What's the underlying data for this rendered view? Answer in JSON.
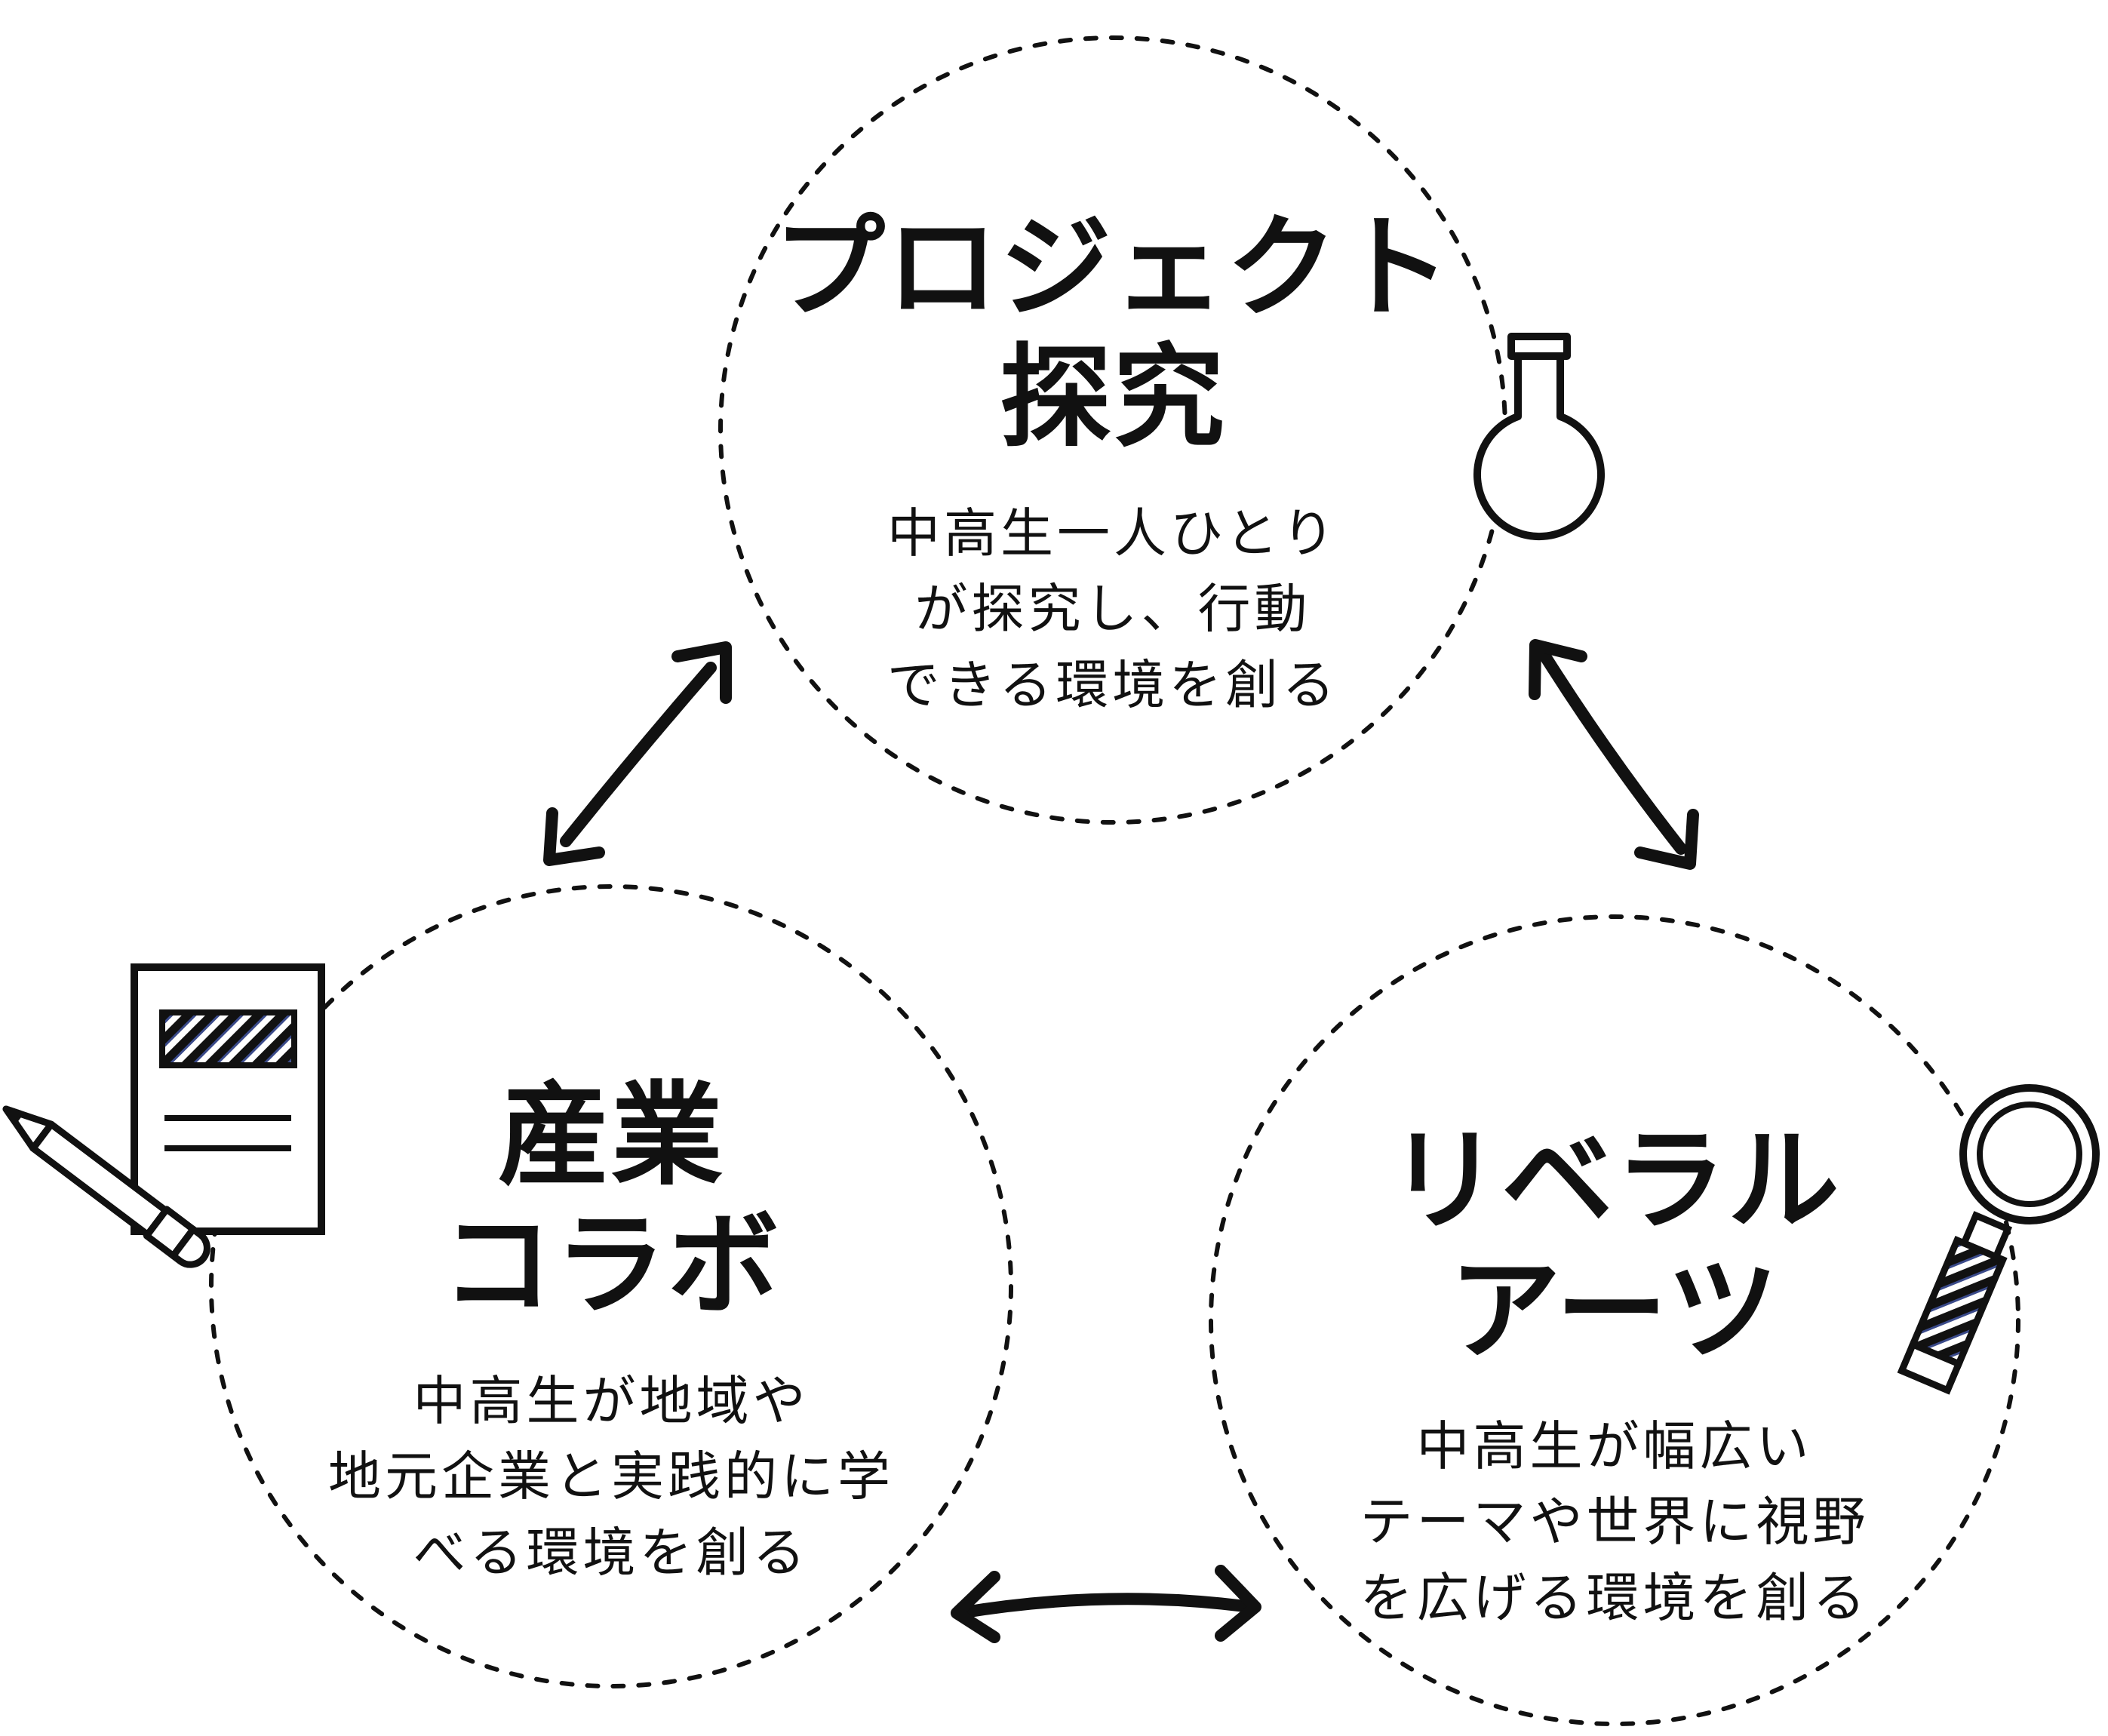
{
  "nodes": {
    "project": {
      "title": [
        "プロジェクト",
        "探究"
      ],
      "desc": [
        "中高生一人ひとり",
        "が探究し、行動",
        "できる環境を創る"
      ],
      "icon": "flask-icon"
    },
    "industry": {
      "title": [
        "産業",
        "コラボ"
      ],
      "desc": [
        "中高生が地域や",
        "地元企業と実践的に学",
        "べる環境を創る"
      ],
      "icon": "document-pencil-icon"
    },
    "liberal": {
      "title": [
        "リベラル",
        "アーツ"
      ],
      "desc": [
        "中高生が幅広い",
        "テーマや世界に視野",
        "を広げる環境を創る"
      ],
      "icon": "magnifier-icon"
    }
  },
  "colors": {
    "ink": "#111111",
    "pattern_accent": "#3a4a8a",
    "background": "#ffffff"
  }
}
